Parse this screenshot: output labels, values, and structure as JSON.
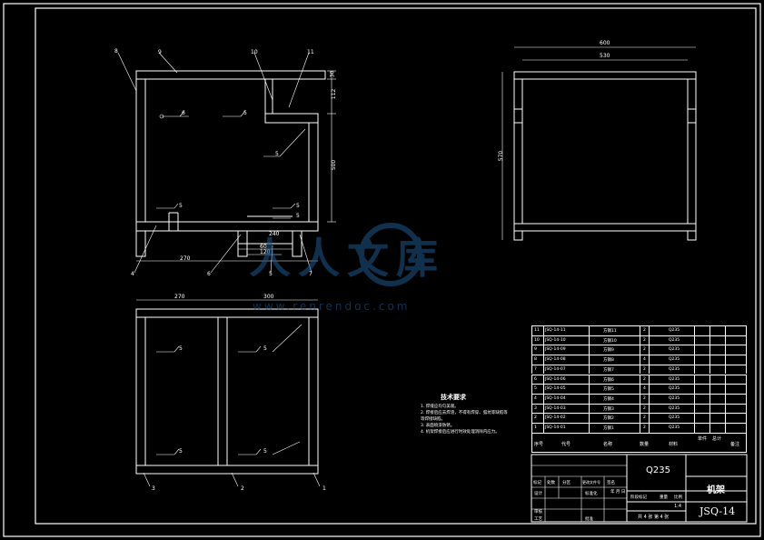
{
  "drawing": {
    "title_main": "Q235",
    "part_name": "机架",
    "drawing_no": "JSQ-14",
    "scale": "1:4",
    "sheet_text": "共 4 张 第 4 张",
    "tech_title": "技术要求",
    "tech_lines": [
      "1. 焊缝应均匀美观。",
      "2. 焊接后应去焊渣，不得有焊穿、弧坑等缺陷等",
      "等焊接缺陷。",
      "3. 表面喷漆防锈。",
      "4. 机架焊接后应进行时效处理消除内应力。"
    ],
    "watermark": "人人文库",
    "watermark_url": "www.renrendoc.com"
  },
  "front_view": {
    "dims": [
      "270",
      "60",
      "120",
      "500",
      "112",
      "30",
      "240"
    ],
    "balloons": [
      "8",
      "9",
      "10",
      "11",
      "4",
      "6",
      "7",
      "5"
    ],
    "weld_labels": [
      "6",
      "5",
      "5",
      "5",
      "5",
      "5"
    ]
  },
  "side_view": {
    "dims": [
      "600",
      "530",
      "570"
    ]
  },
  "top_view": {
    "dims": [
      "270",
      "300"
    ],
    "balloons": [
      "3",
      "2",
      "1"
    ],
    "weld_labels": [
      "5",
      "5",
      "5",
      "5"
    ]
  },
  "bom": {
    "rows": [
      {
        "no": "11",
        "code": "JSQ-14-11",
        "name": "方钢11",
        "qty": "2",
        "mat": "Q235"
      },
      {
        "no": "10",
        "code": "JSQ-14-10",
        "name": "方钢10",
        "qty": "2",
        "mat": "Q235"
      },
      {
        "no": "9",
        "code": "JSQ-14-09",
        "name": "方钢9",
        "qty": "2",
        "mat": "Q235"
      },
      {
        "no": "8",
        "code": "JSQ-14-08",
        "name": "方钢8",
        "qty": "4",
        "mat": "Q235"
      },
      {
        "no": "7",
        "code": "JSQ-14-07",
        "name": "方钢7",
        "qty": "2",
        "mat": "Q235"
      },
      {
        "no": "6",
        "code": "JSQ-14-06",
        "name": "方钢6",
        "qty": "2",
        "mat": "Q235"
      },
      {
        "no": "5",
        "code": "JSQ-14-05",
        "name": "方钢5",
        "qty": "4",
        "mat": "Q235"
      },
      {
        "no": "4",
        "code": "JSQ-14-04",
        "name": "方钢4",
        "qty": "2",
        "mat": "Q235"
      },
      {
        "no": "3",
        "code": "JSQ-14-03",
        "name": "方钢3",
        "qty": "2",
        "mat": "Q235"
      },
      {
        "no": "2",
        "code": "JSQ-14-02",
        "name": "方钢2",
        "qty": "2",
        "mat": "Q235"
      },
      {
        "no": "1",
        "code": "JSQ-14-01",
        "name": "方钢1",
        "qty": "2",
        "mat": "Q235"
      }
    ],
    "headers": {
      "no": "序号",
      "code": "代号",
      "name": "名称",
      "qty": "数量",
      "mat": "材料",
      "w1": "单件",
      "w2": "总计",
      "note": "备注"
    }
  },
  "title_block": {
    "labels": [
      "标记",
      "处数",
      "分区",
      "更改文件号",
      "签名",
      "年 月 日",
      "设计",
      "标准化",
      "审核",
      "工艺",
      "批准",
      "阶段标记",
      "重量",
      "比例"
    ]
  }
}
